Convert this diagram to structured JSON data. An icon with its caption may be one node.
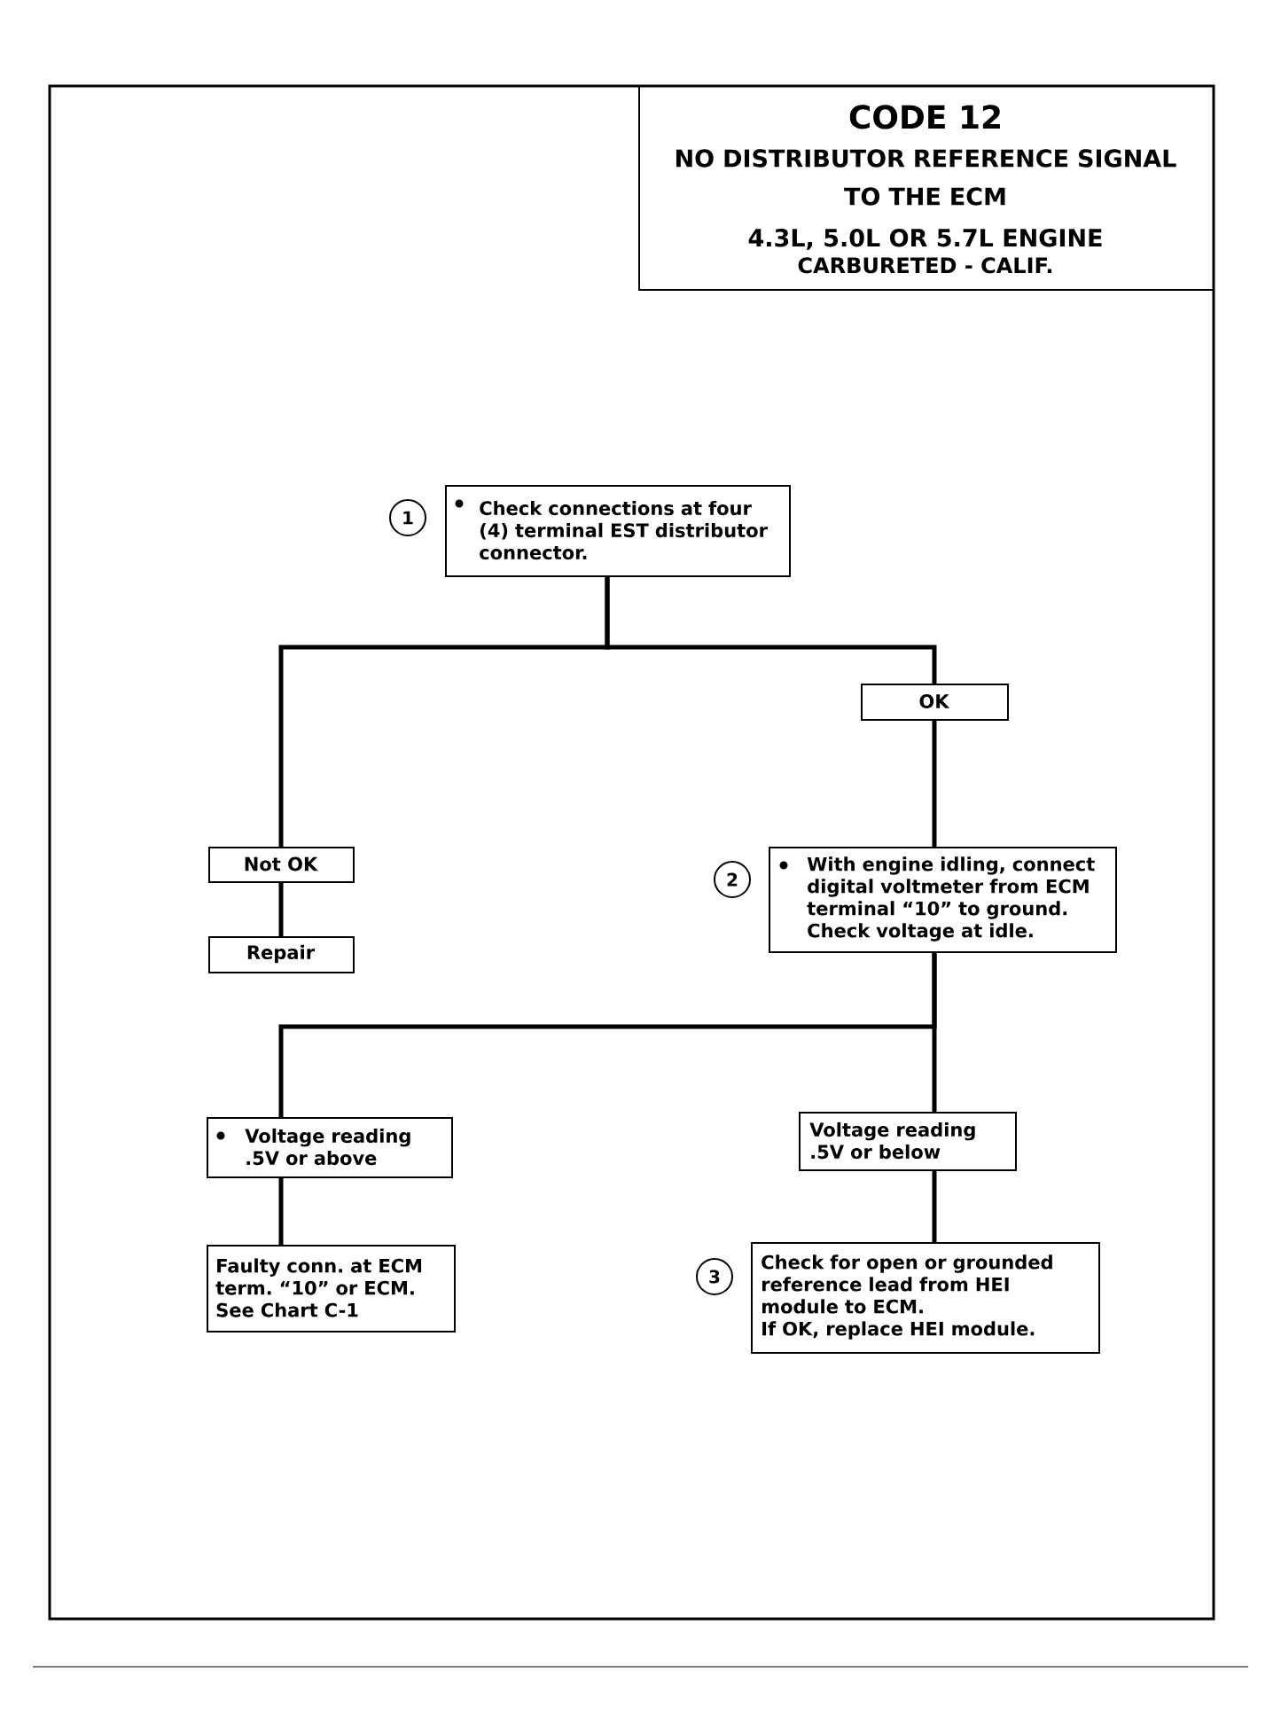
{
  "diagram": {
    "title": "CODE 12",
    "nodes": [
      {
        "text": [
          "Check connections at four (4) terminal EST distributor connector."
        ],
        "beside": [
          "1"
        ]
      },
      {
        "text": [
          "OK"
        ]
      },
      {
        "text": [
          "Not OK"
        ]
      },
      {
        "text": [
          "With engine idling, connect digital voltmeter from ECM terminal “10” to ground. Check voltage at idle."
        ],
        "beside": [
          "2"
        ]
      },
      {
        "text": [
          "Repair"
        ]
      },
      {
        "text": [
          "Voltage reading .5V or above"
        ]
      },
      {
        "text": [
          "Voltage reading .5V or below"
        ]
      },
      {
        "text": [
          "Faulty conn. at ECM term. “10” or ECM. See Chart C-1"
        ]
      },
      {
        "text": [
          "Check for open or grounded reference lead from HEI module to ECM.",
          "If OK, replace HEI module."
        ],
        "beside": [
          "3"
        ]
      }
    ],
    "edges": [
      {
        "from": 0,
        "to": 1,
        "arrow": "none"
      },
      {
        "from": 0,
        "to": 2,
        "arrow": "none"
      },
      {
        "from": 1,
        "to": 3,
        "arrow": "none"
      },
      {
        "from": 2,
        "to": 4,
        "arrow": "none"
      },
      {
        "from": 3,
        "to": 5,
        "arrow": "none"
      },
      {
        "from": 3,
        "to": 6,
        "arrow": "none"
      },
      {
        "from": 5,
        "to": 7,
        "arrow": "none"
      },
      {
        "from": 6,
        "to": 8,
        "arrow": "none"
      }
    ],
    "labels": [
      "NO DISTRIBUTOR REFERENCE SIGNAL TO THE ECM",
      "4.3L, 5.0L OR 5.7L ENGINE",
      "CARBURETED - CALIF."
    ]
  }
}
